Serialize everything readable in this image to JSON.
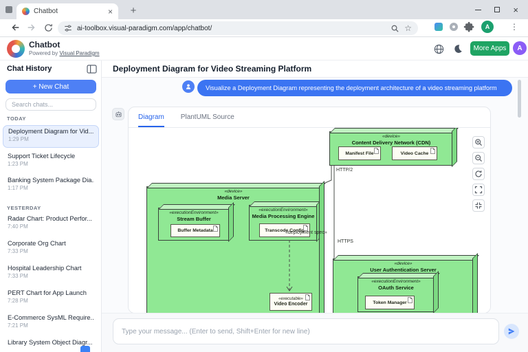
{
  "browser": {
    "tab_title": "Chatbot",
    "url": "ai-toolbox.visual-paradigm.com/app/chatbot/",
    "profile_letter": "A",
    "glyphs": {
      "new_tab": "+",
      "close_tab": "×",
      "close_window": "×",
      "menu": "⋮",
      "bookmark_star": "☆"
    }
  },
  "header": {
    "app_name": "Chatbot",
    "powered_by": "Powered by ",
    "powered_by_link": "Visual Paradigm",
    "more_apps_label": "More Apps",
    "avatar_letter": "A"
  },
  "sidebar": {
    "title": "Chat History",
    "new_chat_label": "+ New Chat",
    "search_placeholder": "Search chats...",
    "sections": [
      {
        "label": "TODAY",
        "items": [
          {
            "title": "Deployment Diagram for Vid...",
            "time": "1:29 PM"
          },
          {
            "title": "Support Ticket Lifecycle",
            "time": "1:23 PM"
          },
          {
            "title": "Banking System Package Dia...",
            "time": "1:17 PM"
          }
        ]
      },
      {
        "label": "YESTERDAY",
        "items": [
          {
            "title": "Radar Chart: Product Perfor...",
            "time": "7:40 PM"
          },
          {
            "title": "Corporate Org Chart",
            "time": "7:33 PM"
          },
          {
            "title": "Hospital Leadership Chart",
            "time": "7:33 PM"
          },
          {
            "title": "PERT Chart for App Launch",
            "time": "7:28 PM"
          },
          {
            "title": "E-Commerce SysML Require...",
            "time": "7:21 PM"
          },
          {
            "title": "Library System Object Diagr...",
            "time": ""
          }
        ]
      }
    ]
  },
  "main": {
    "page_title": "Deployment Diagram for Video Streaming Platform",
    "user_message": "Visualize a Deployment Diagram representing the deployment architecture of a video streaming platform",
    "tabs": [
      {
        "label": "Diagram"
      },
      {
        "label": "PlantUML Source"
      }
    ],
    "input_placeholder": "Type your message... (Enter to send, Shift+Enter for new line)"
  },
  "diagram": {
    "nodes": {
      "cdn": {
        "stereotype": "«device»",
        "name": "Content Delivery Network (CDN)",
        "artifacts": [
          {
            "name": "Manifest File"
          },
          {
            "name": "Video Cache"
          }
        ]
      },
      "media_server": {
        "stereotype": "«device»",
        "name": "Media Server"
      },
      "stream_buffer": {
        "stereotype": "«executionEnvironment»",
        "name": "Stream Buffer",
        "artifact": "Buffer Metadata"
      },
      "media_processing_engine": {
        "stereotype": "«executionEnvironment»",
        "name": "Media Processing Engine",
        "artifact": "Transcode Config"
      },
      "video_encoder": {
        "stereotype": "«executable»",
        "name": "Video Encoder"
      },
      "auth_server": {
        "stereotype": "«device»",
        "name": "User Authentication Server"
      },
      "oauth_service": {
        "stereotype": "«executionEnvironment»",
        "name": "OAuth Service",
        "artifact": "Token Manager"
      }
    },
    "connections": {
      "http2": "HTTP/2",
      "https": "HTTPS",
      "deployment_spec": "«deployment spec»"
    }
  },
  "colors": {
    "accent_blue": "#3b74f2",
    "node_green": "#90e894",
    "more_apps_green": "#1fa463",
    "avatar_purple": "#8b5cf6"
  }
}
